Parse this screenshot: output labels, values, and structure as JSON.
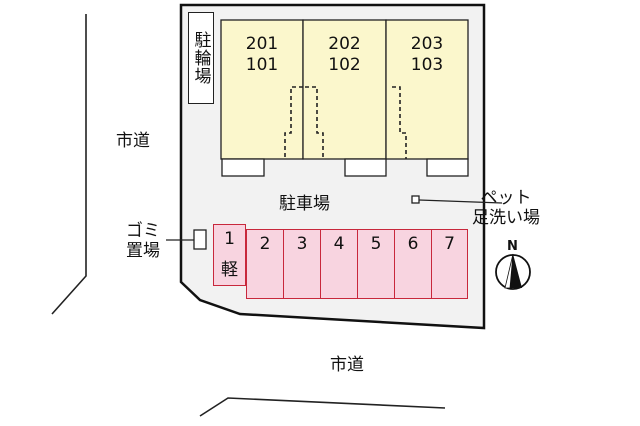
{
  "map": {
    "type": "site-layout-plan",
    "colors": {
      "lot_fill": "#f2f2f2",
      "building_fill": "#fbf7cc",
      "parking_fill": "#f8d4e0",
      "parking_border": "#c8283c",
      "line": "#111111"
    },
    "roads": {
      "west_label": "市道",
      "south_label": "市道"
    },
    "bicycle_parking": {
      "label": "駐輪場"
    },
    "building": {
      "units": [
        {
          "upper": "201",
          "lower": "101"
        },
        {
          "upper": "202",
          "lower": "102"
        },
        {
          "upper": "203",
          "lower": "103"
        }
      ]
    },
    "parking_lot": {
      "label": "駐車場",
      "spaces": [
        {
          "number": "1",
          "note": "軽"
        },
        {
          "number": "2",
          "note": ""
        },
        {
          "number": "3",
          "note": ""
        },
        {
          "number": "4",
          "note": ""
        },
        {
          "number": "5",
          "note": ""
        },
        {
          "number": "6",
          "note": ""
        },
        {
          "number": "7",
          "note": ""
        }
      ]
    },
    "garbage": {
      "line1": "ゴミ",
      "line2": "置場"
    },
    "pet_wash": {
      "line1": "ペット",
      "line2": "足洗い場"
    },
    "compass": {
      "north_label": "N"
    }
  }
}
